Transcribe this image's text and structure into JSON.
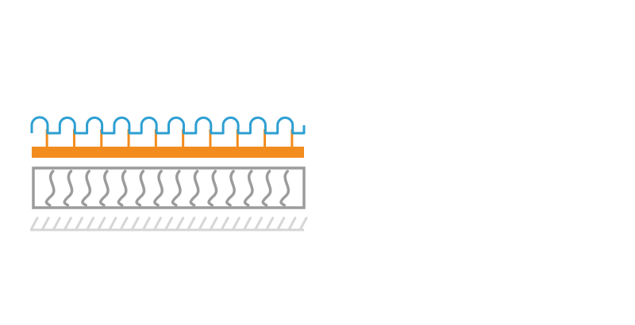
{
  "diagram": {
    "layers": [
      {
        "id": "top-membrane",
        "kind": "wavy-membrane",
        "color": "#2d9fd2"
      },
      {
        "id": "fastening-rail",
        "kind": "rail-with-pins",
        "color": "#f28c1e"
      },
      {
        "id": "insulation-box",
        "kind": "insulation",
        "color": "#9c9c9c"
      },
      {
        "id": "substrate-hatch",
        "kind": "hatched-base",
        "color": "#d6d6d6"
      }
    ],
    "loop_count": 10,
    "pin_count": 10,
    "insulation_wave_count": 14,
    "hatch_count": 25
  }
}
